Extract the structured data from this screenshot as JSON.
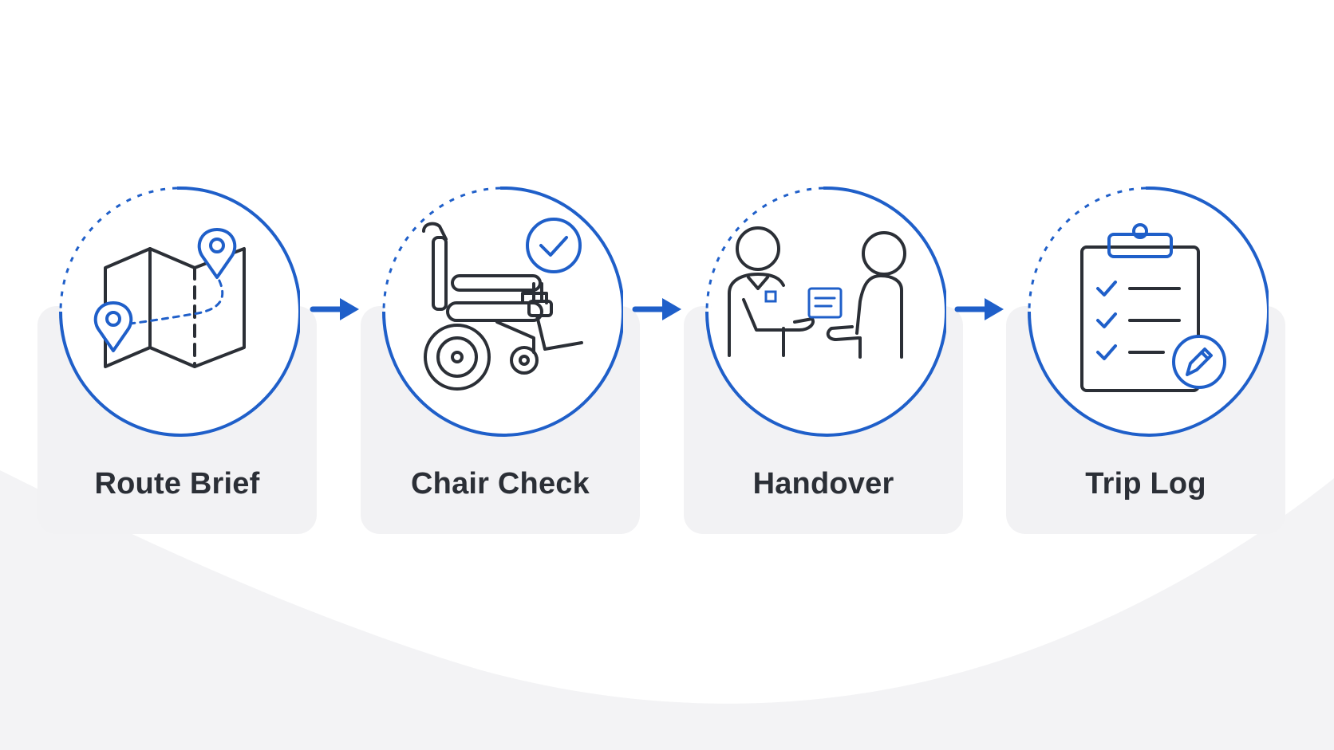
{
  "steps": [
    {
      "label": "Route Brief",
      "icon": "folded-map-icon"
    },
    {
      "label": "Chair Check",
      "icon": "wheelchair-icon"
    },
    {
      "label": "Handover",
      "icon": "handover-icon"
    },
    {
      "label": "Trip Log",
      "icon": "clipboard-checklist-icon"
    }
  ],
  "colors": {
    "accent": "#1f5fc9",
    "ink": "#2b2f36",
    "card": "#f2f2f4",
    "background": "#fafafb"
  }
}
